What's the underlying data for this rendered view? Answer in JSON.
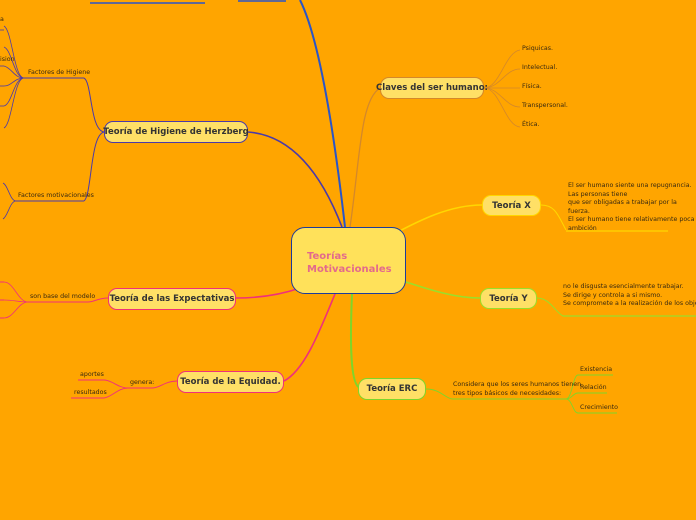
{
  "center": {
    "line1": "Teorías",
    "line2": "Motivacionales"
  },
  "branches": {
    "claves": "Claves del ser humano:",
    "teoria_x": "Teoría X",
    "teoria_y": "Teoría Y",
    "erc": "Teoría ERC",
    "equidad": "Teoría de la Equidad.",
    "expectativas": "Teoría de las Expectativas",
    "herzberg": "Teoría de Higiene de Herzberg"
  },
  "claves_items": [
    "Psiquicas.",
    "Intelectual.",
    "Física.",
    "Transpersonal.",
    "Ética."
  ],
  "teoria_x_text": [
    "El ser humano siente una repugnancia.",
    "Las personas tiene",
    "que ser obligadas a trabajar por la",
    "fuerza.",
    "El ser humano tiene relativamente poca",
    "ambición"
  ],
  "teoria_y_text": [
    "no le disgusta esencialmente trabajar.",
    "Se dirige y controla a si mismo.",
    "Se compromete a la realización de los objetivos."
  ],
  "erc": {
    "text": [
      "Considera que los seres humanos tienen",
      "tres tipos básicos de necesidades:"
    ],
    "items": [
      "Existencia",
      "Relación",
      "Crecimiento"
    ]
  },
  "equidad": {
    "sub": "genera:",
    "items": [
      "aportes",
      "resultados"
    ]
  },
  "expectativas": {
    "sub": "son base del modelo"
  },
  "herzberg": {
    "factores_higiene": "Factores de Higiene",
    "factores_motivacionales": "Factores motivacionales",
    "edge_frag_a": "a",
    "edge_frag_b": "ision"
  },
  "colors": {
    "background": "#ffa500",
    "node_fill": "#ffe066",
    "claves": "#d4882a",
    "teoria_x": "#ffd700",
    "teoria_y": "#9adf2a",
    "erc": "#7ed62a",
    "equidad": "#f0307a",
    "expectativas": "#f0307a",
    "herzberg": "#4b3aa8",
    "top": "#2a55c8"
  }
}
